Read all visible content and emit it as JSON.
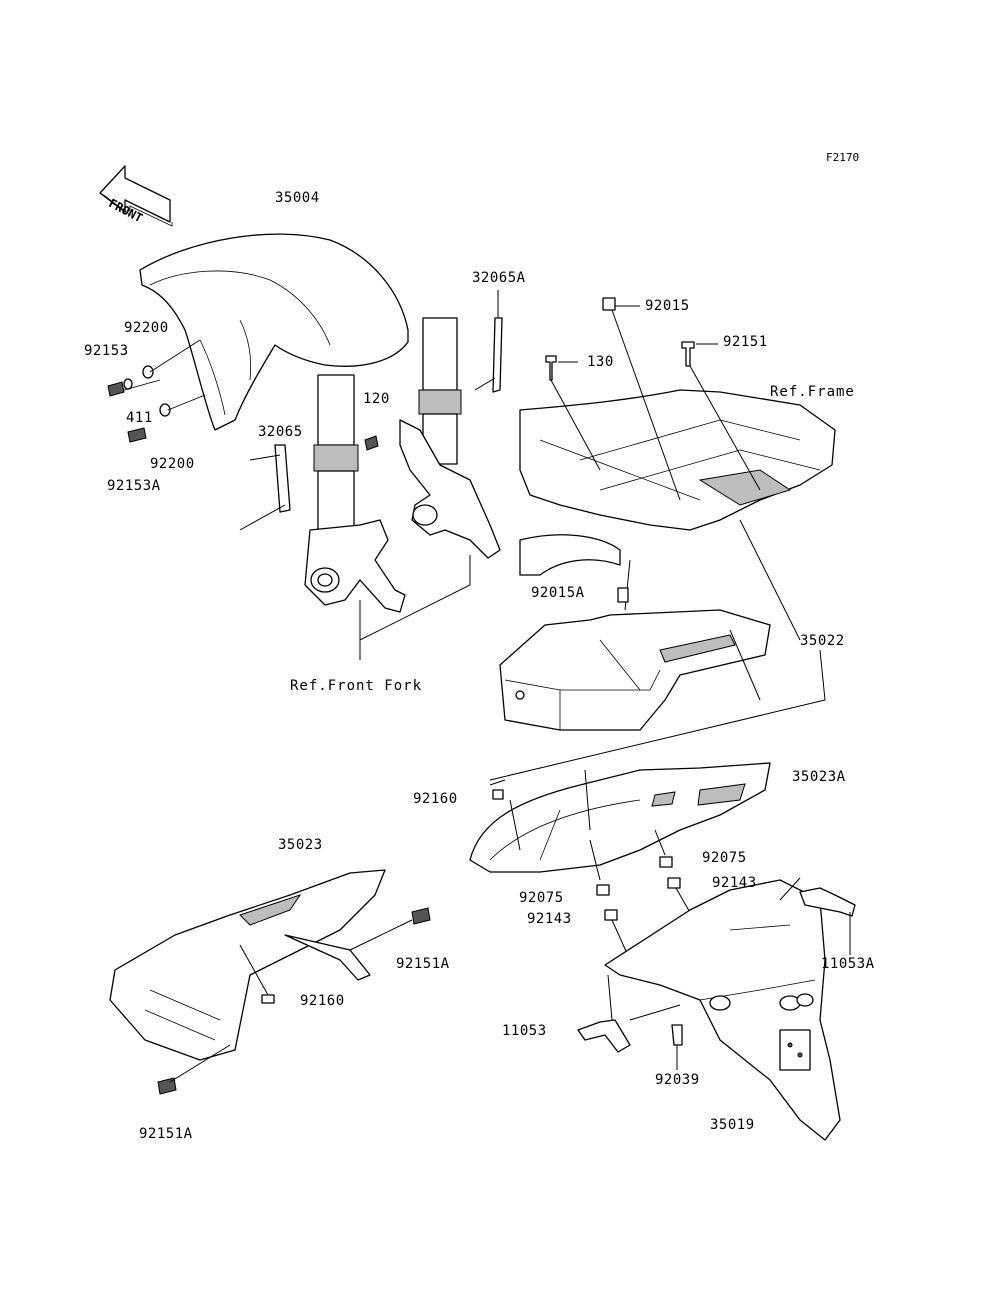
{
  "diagram_code": "F2170",
  "front_arrow": "FRONT",
  "labels": {
    "p35004": "35004",
    "p32065A": "32065A",
    "p92015": "92015",
    "p92200_top": "92200",
    "p92153": "92153",
    "p130": "130",
    "p92151": "92151",
    "ref_frame": "Ref.Frame",
    "p411": "411",
    "p32065": "32065",
    "p120": "120",
    "p92200_bottom": "92200",
    "p92153A": "92153A",
    "p92015A": "92015A",
    "p35022": "35022",
    "ref_front_fork": "Ref.Front Fork",
    "p35023A": "35023A",
    "p92160_top": "92160",
    "p92075_right": "92075",
    "p35023": "35023",
    "p92075_left": "92075",
    "p92143_right": "92143",
    "p92143_left": "92143",
    "p92151A_right": "92151A",
    "p11053A": "11053A",
    "p92160_bottom": "92160",
    "p11053": "11053",
    "p92039": "92039",
    "p92151A_bottom": "92151A",
    "p35019": "35019"
  }
}
